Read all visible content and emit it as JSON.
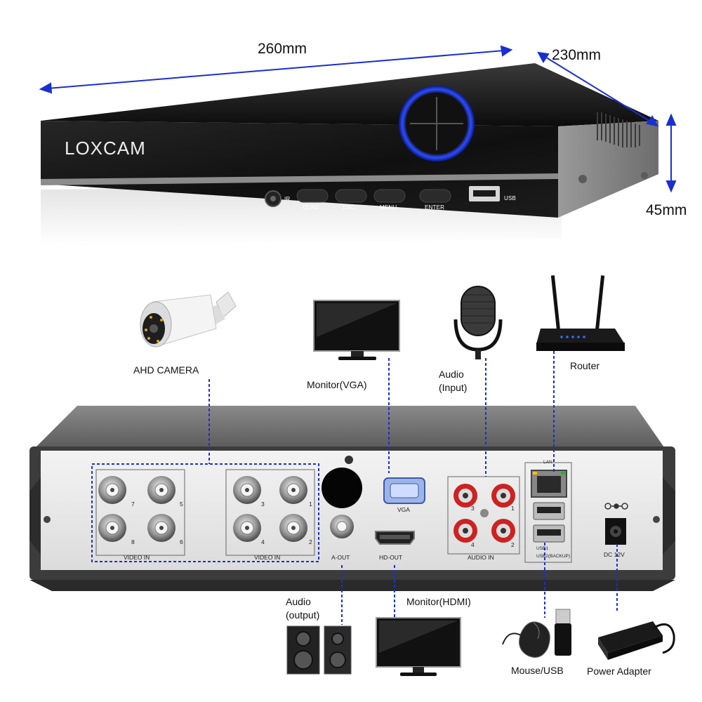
{
  "dimensions": {
    "length": "260mm",
    "depth": "230mm",
    "height": "45mm"
  },
  "front_panel": {
    "brand": "LOXCAM",
    "ir": "IR",
    "buttons": [
      "QUAD",
      "ESC",
      "MENU",
      "ENTER"
    ],
    "usb": "USB"
  },
  "rear_panel": {
    "video_group_left": {
      "label": "VIDEO IN",
      "ports": [
        "7",
        "5",
        "8",
        "6"
      ]
    },
    "video_group_right": {
      "label": "VIDEO IN",
      "ports": [
        "3",
        "1",
        "4",
        "2"
      ]
    },
    "vga": "VGA",
    "a_out": "A-OUT",
    "hd_out": "HD-OUT",
    "audio_in": {
      "label": "AUDIO IN",
      "ports": [
        "3",
        "1",
        "4",
        "2"
      ]
    },
    "lan": "LAN",
    "usb1": "USB1",
    "usb2": "USB2(BACKUP)",
    "dc": "DC 12V"
  },
  "devices": {
    "camera": "AHD CAMERA",
    "monitor_vga": "Monitor(VGA)",
    "audio_input": [
      "Audio",
      "(Input)"
    ],
    "router": "Router",
    "audio_output": [
      "Audio",
      "(output)"
    ],
    "monitor_hdmi": "Monitor(HDMI)",
    "mouse_usb": "Mouse/USB",
    "power_adapter": "Power Adapter"
  },
  "colors": {
    "accent_blue": "#1a2fcf",
    "unit_black": "#141414",
    "panel_gray": "#e9e9e9"
  }
}
